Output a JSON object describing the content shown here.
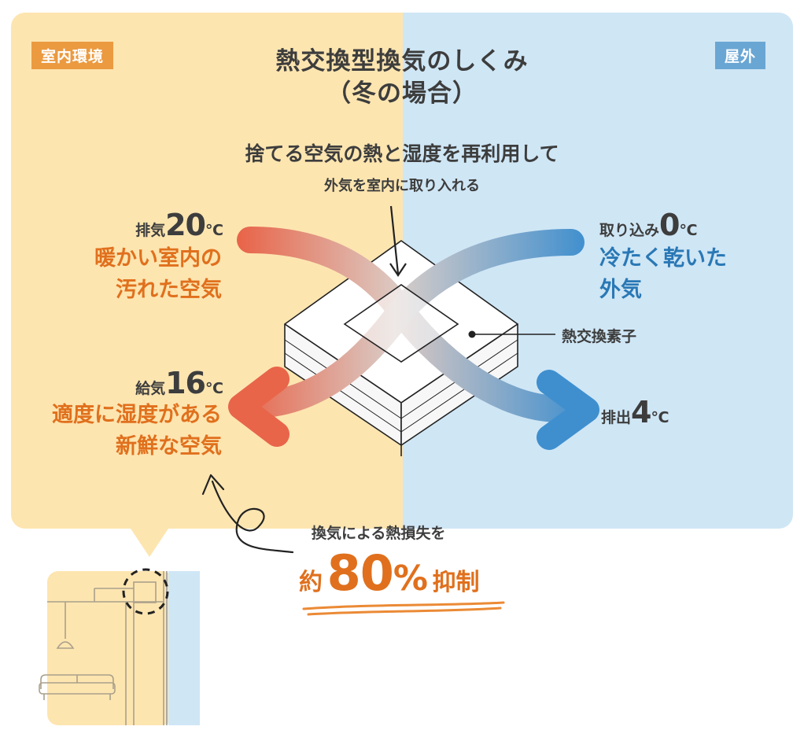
{
  "labels": {
    "indoor_tag": "室内環境",
    "outdoor_tag": "屋外",
    "title_line1": "熱交換型換気のしくみ",
    "title_line2": "（冬の場合）"
  },
  "center_note": {
    "line1": "捨てる空気の熱と湿度を再利用して",
    "line2": "外気を室内に取り入れる"
  },
  "exhaust": {
    "label": "排気",
    "temp": "20",
    "unit": "℃",
    "desc1": "暖かい室内の",
    "desc2": "汚れた空気"
  },
  "supply": {
    "label": "給気",
    "temp": "16",
    "unit": "℃",
    "desc1": "適度に湿度がある",
    "desc2": "新鮮な空気"
  },
  "intake": {
    "label": "取り込み",
    "temp": "0",
    "unit": "℃",
    "desc1": "冷たく乾いた",
    "desc2": "外気"
  },
  "discharge": {
    "label": "排出",
    "temp": "4",
    "unit": "℃"
  },
  "element_label": "熱交換素子",
  "loss": {
    "line1": "換気による熱損失を",
    "prefix": "約",
    "value": "80",
    "percent": "%",
    "suffix": "抑制"
  },
  "colors": {
    "indoor_bg": "#fde5b0",
    "outdoor_bg": "#cfe6f5",
    "warm": "#e8654a",
    "cool": "#3f8fcf",
    "orange_text": "#e0701d",
    "blue_text": "#2a78b5"
  }
}
